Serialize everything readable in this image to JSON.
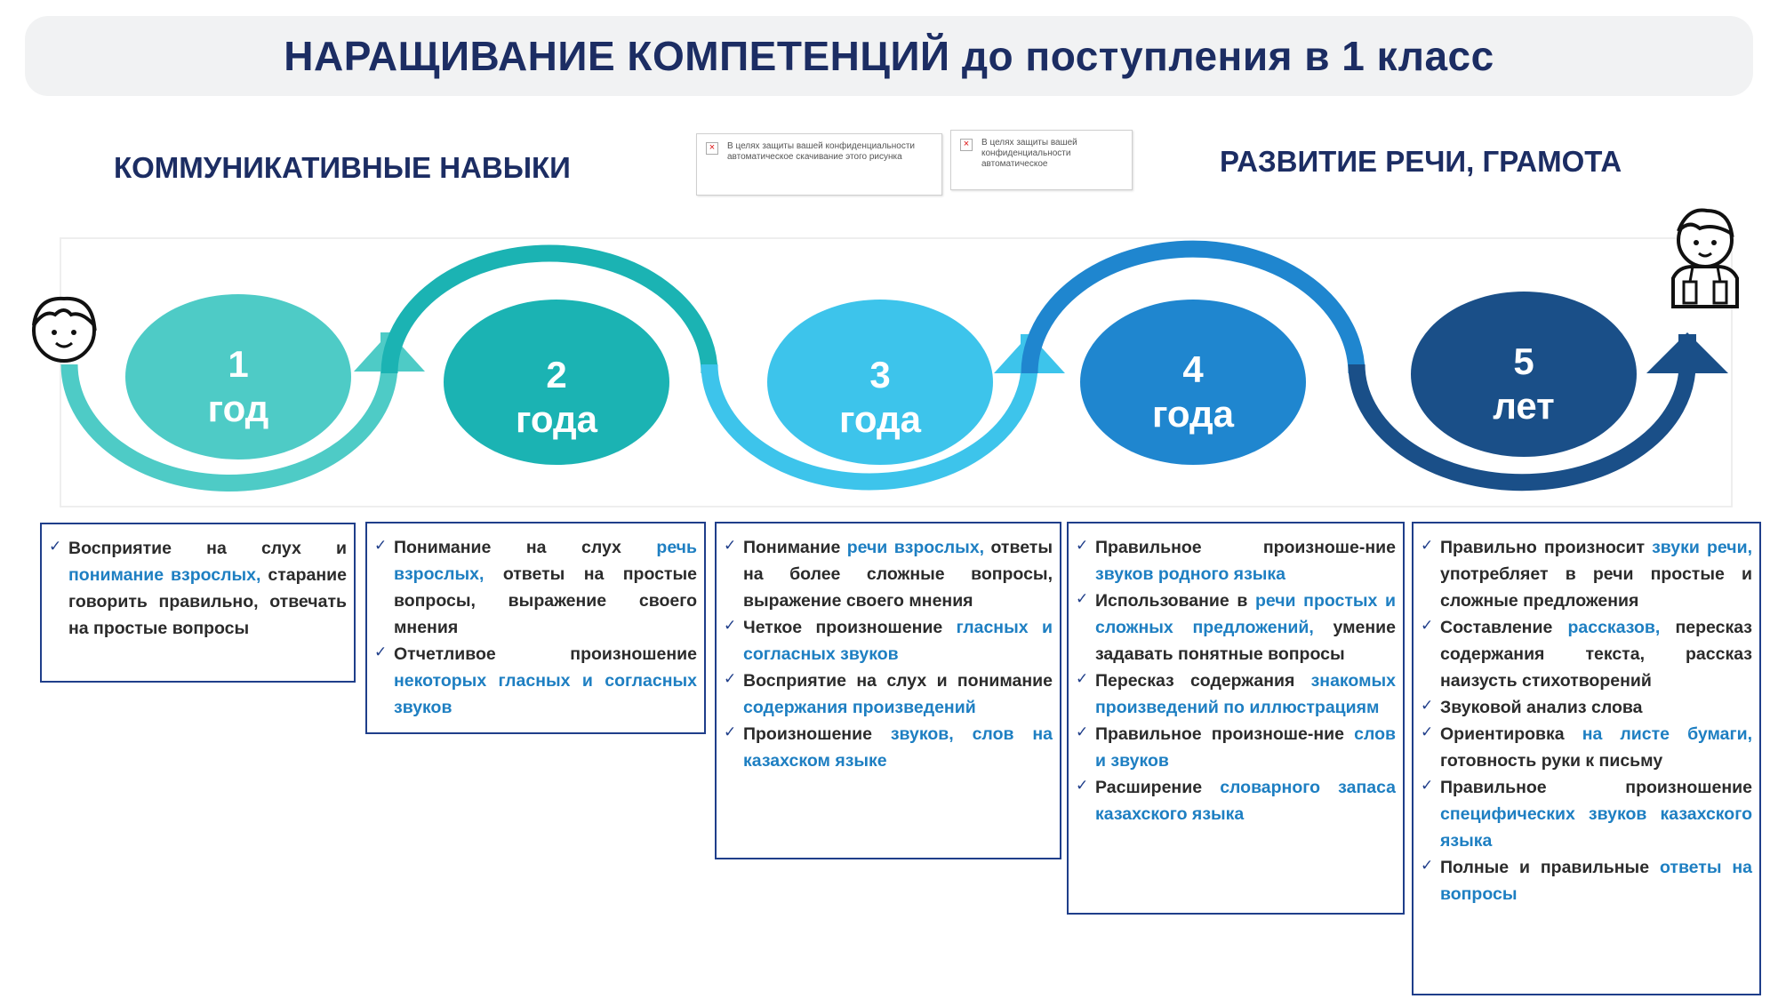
{
  "title": "НАРАЩИВАНИЕ КОМПЕТЕНЦИЙ до поступления в 1 класс",
  "left_heading": "КОММУНИКАТИВНЫЕ НАВЫКИ",
  "right_heading": "РАЗВИТИЕ РЕЧИ, ГРАМОТА",
  "placeholders": [
    {
      "text": "В целях защиты вашей конфиденциальности автоматическое скачивание этого рисунка"
    },
    {
      "text": "В целях защиты вашей конфиденциальности автоматическое"
    }
  ],
  "colors": {
    "stage1": "#4ecbc6",
    "stage2": "#1bb3b3",
    "stage3": "#3dc4eb",
    "stage4": "#1f86cf",
    "stage5": "#1a4f88",
    "title_text": "#1c2d63",
    "box_border": "#1f3e8a",
    "highlight_text": "#1e7fc2"
  },
  "stages": [
    {
      "number": "1",
      "unit": "год"
    },
    {
      "number": "2",
      "unit": "года"
    },
    {
      "number": "3",
      "unit": "года"
    },
    {
      "number": "4",
      "unit": "года"
    },
    {
      "number": "5",
      "unit": "лет"
    }
  ],
  "icons": [
    "child-face-icon",
    "schoolchild-icon"
  ],
  "boxes": [
    {
      "items": [
        {
          "plain": "Восприятие на слух и ",
          "hl": "понимание взрослых,",
          "rest": " старание говорить правильно, отвечать на простые вопросы"
        }
      ]
    },
    {
      "items": [
        {
          "plain": "Понимание на слух ",
          "hl": "речь взрослых,",
          "rest": " ответы на простые вопросы, выражение своего мнения"
        },
        {
          "plain": "Отчетливое произношение ",
          "hl": "некоторых гласных и согласных звуков",
          "rest": ""
        }
      ]
    },
    {
      "items": [
        {
          "plain": "Понимание ",
          "hl": "речи взрослых,",
          "rest": " ответы на более сложные вопросы, выражение своего мнения"
        },
        {
          "plain": "Четкое произношение ",
          "hl": "гласных и согласных звуков",
          "rest": ""
        },
        {
          "plain": "Восприятие на слух и понимание ",
          "hl": "содержания произведений",
          "rest": ""
        },
        {
          "plain": "Произношение ",
          "hl": "звуков, слов на казахском языке",
          "rest": ""
        }
      ]
    },
    {
      "items": [
        {
          "plain": "Правильное произноше-ние ",
          "hl": "звуков родного языка",
          "rest": ""
        },
        {
          "plain": "Использование в ",
          "hl": "речи простых и сложных предложений,",
          "rest": " умение задавать понятные вопросы"
        },
        {
          "plain": "Пересказ содержания ",
          "hl": "знакомых произведений по иллюстрациям",
          "rest": ""
        },
        {
          "plain": "Правильное произноше-ние ",
          "hl": "слов и звуков",
          "rest": ""
        },
        {
          "plain": "Расширение ",
          "hl": "словарного запаса казахского языка",
          "rest": ""
        }
      ]
    },
    {
      "items": [
        {
          "plain": "Правильно произносит ",
          "hl": "звуки речи,",
          "rest": " употребляет в речи простые и сложные предложения"
        },
        {
          "plain": "Составление ",
          "hl": "рассказов,",
          "rest": " пересказ содержания текста, рассказ наизусть стихотворений"
        },
        {
          "plain": "Звуковой анализ слова",
          "hl": "",
          "rest": ""
        },
        {
          "plain": "Ориентировка ",
          "hl": "на листе бумаги,",
          "rest": " готовность руки к письму"
        },
        {
          "plain": "Правильное произношение ",
          "hl": "специфических звуков казахского языка",
          "rest": ""
        },
        {
          "plain": "Полные и правильные ",
          "hl": "ответы на вопросы",
          "rest": ""
        }
      ]
    }
  ]
}
